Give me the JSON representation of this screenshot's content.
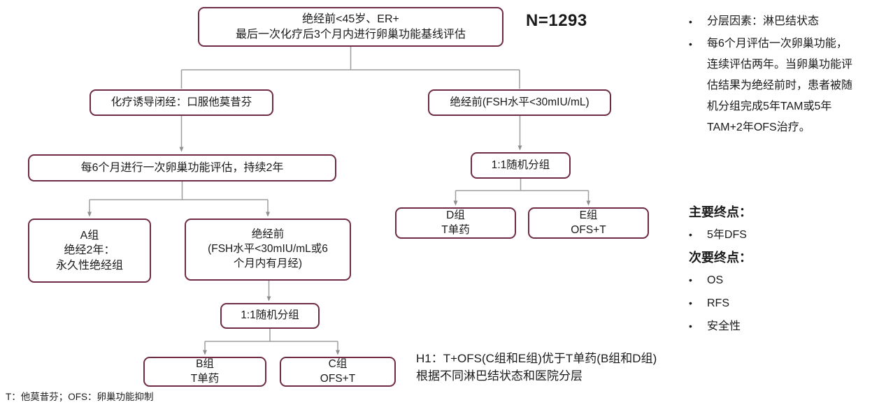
{
  "flowchart": {
    "root": {
      "line1": "绝经前<45岁、ER+",
      "line2": "最后一次化疗后3个月内进行卵巢功能基线评估"
    },
    "n_label": "N=1293",
    "left": {
      "chemo_amenorrhea": "化疗诱导闭经：口服他莫昔芬",
      "assessment": "每6个月进行一次卵巢功能评估，持续2年",
      "group_a": {
        "line1": "A组",
        "line2": "绝经2年：",
        "line3": "永久性绝经组"
      },
      "premenopausal": {
        "line1": "绝经前",
        "line2": "(FSH水平<30mIU/mL或6",
        "line3": "个月内有月经)"
      },
      "randomization": "1:1随机分组",
      "group_b": {
        "line1": "B组",
        "line2": "T单药"
      },
      "group_c": {
        "line1": "C组",
        "line2": "OFS+T"
      }
    },
    "right": {
      "premenopausal_fsh": "绝经前(FSH水平<30mIU/mL)",
      "randomization": "1:1随机分组",
      "group_d": {
        "line1": "D组",
        "line2": "T单药"
      },
      "group_e": {
        "line1": "E组",
        "line2": "OFS+T"
      }
    },
    "hypothesis_line1": "H1：T+OFS(C组和E组)优于T单药(B组和D组)",
    "hypothesis_line2": "根据不同淋巴结状态和医院分层",
    "footnote": "T：他莫昔芬；OFS：卵巢功能抑制"
  },
  "sidebar": {
    "bullet_glyph": "•",
    "bullets": [
      "分层因素：淋巴结状态",
      "每6个月评估一次卵巢功能，连续评估两年。当卵巢功能评估结果为绝经前时，患者被随机分组完成5年TAM或5年TAM+2年OFS治疗。"
    ],
    "primary_heading": "主要终点：",
    "primary_items": [
      "5年DFS"
    ],
    "secondary_heading": "次要终点：",
    "secondary_items": [
      "OS",
      "RFS",
      "安全性"
    ]
  },
  "colors": {
    "box_border": "#6f2b45",
    "connector": "#9d9d9d",
    "text": "#1a1a1a"
  }
}
